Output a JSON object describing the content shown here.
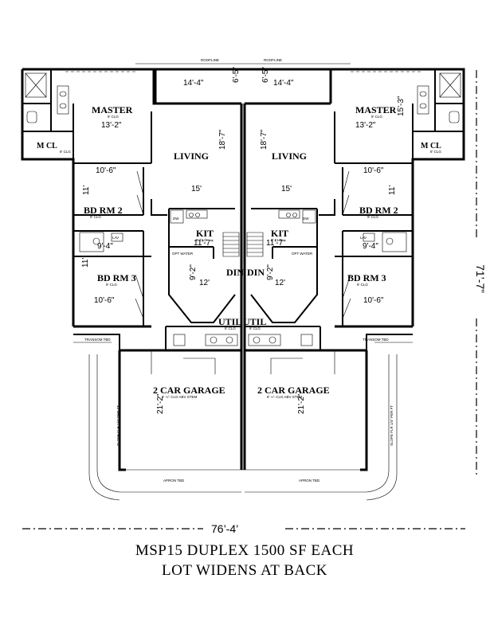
{
  "title": {
    "line1": "MSP15  DUPLEX 1500 SF EACH",
    "line2": "LOT WIDENS AT BACK"
  },
  "overall_dims": {
    "width": "76’-4’",
    "depth": "71’-7”"
  },
  "notes": {
    "roofline": "ROOFLINE",
    "transom": "TRANSOM TBD",
    "apron": "APRON TBD",
    "ceiling9": "9' CLG",
    "ceiling8": "8' CLG",
    "garage_clg": "8' +/- CLG ABV STEM",
    "slope": "SLOPE FLR 1/4\" PER FT",
    "lav": "LAV",
    "dw": "DW",
    "opt_water": "OPT WATER"
  },
  "units": [
    {
      "rooms": {
        "master": "MASTER",
        "mcl": "M CL",
        "living": "LIVING",
        "bd2": "BD RM 2",
        "kit": "KIT",
        "bd3": "BD RM 3",
        "din": "DIN",
        "util": "UTIL",
        "garage": "2 CAR GARAGE"
      },
      "dims": {
        "porch_w": "14'-4\"",
        "porch_d": "6'-5\"",
        "master_w": "13'-2\"",
        "living_d": "18'-7\"",
        "living_w": "15'",
        "bd2_w": "10'-6\"",
        "bd2_d": "11'",
        "kit_w": "11'-7\"",
        "bath2_w": "9'-4\"",
        "din_d": "9'-2\"",
        "din_w": "12'",
        "bd3_d": "11'",
        "bd3_w": "10'-6\"",
        "garage_d": "21'-2\""
      }
    },
    {
      "rooms": {
        "master": "MASTER",
        "mcl": "M CL",
        "living": "LIVING",
        "bd2": "BD RM 2",
        "kit": "KIT",
        "bd3": "BD RM 3",
        "din": "DIN",
        "util": "UTIL",
        "garage": "2 CAR GARAGE"
      },
      "dims": {
        "porch_w": "14'-4\"",
        "porch_d": "6'-5\"",
        "master_w": "13'-2\"",
        "master_d": "15'-3\"",
        "living_d": "18'-7\"",
        "living_w": "15'",
        "bd2_w": "10'-6\"",
        "bd2_d": "11'",
        "kit_w": "11'-7\"",
        "bath2_w": "9'-4\"",
        "din_d": "9'-2\"",
        "din_w": "12'",
        "bd3_w": "10'-6\"",
        "garage_d": "21'-2\""
      }
    }
  ]
}
